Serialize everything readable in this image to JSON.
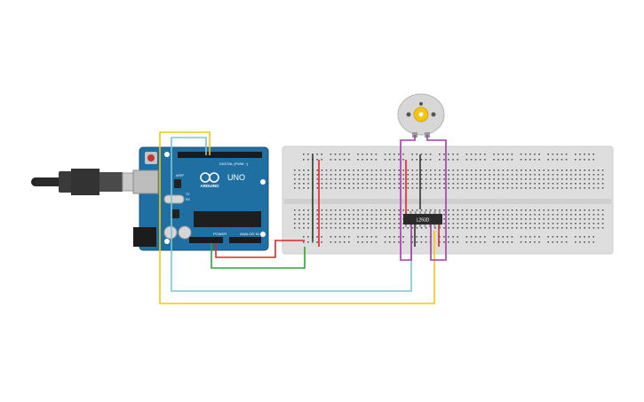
{
  "arduino": {
    "brand": "ARDUINO",
    "model": "UNO",
    "digital_label": "DIGITAL (PWM ~)",
    "power_label": "POWER",
    "analog_label": "ANALOG IN",
    "aref_label": "AREF",
    "gnd_label": "GND",
    "tx_label": "TX",
    "rx_label": "RX",
    "on_label": "ON"
  },
  "chip": {
    "label": "L293D"
  },
  "colors": {
    "wire_red": "#e32626",
    "wire_green": "#2da33a",
    "wire_cyan": "#7ac7cf",
    "wire_yellow": "#f2c811",
    "wire_magenta": "#a63aa8",
    "wire_black": "#333333",
    "board_blue": "#1f6fa3",
    "breadboard": "#dcdcdc"
  }
}
